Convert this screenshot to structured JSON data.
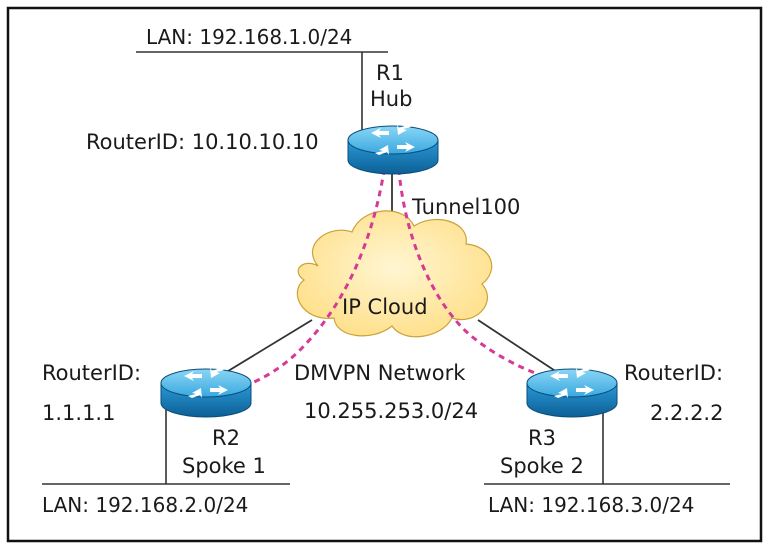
{
  "hub": {
    "name": "R1",
    "role": "Hub",
    "router_id": "RouterID: 10.10.10.10",
    "lan": "LAN: 192.168.1.0/24",
    "tunnel": "Tunnel100"
  },
  "cloud": {
    "label": "IP Cloud",
    "network_name": "DMVPN Network",
    "network_subnet": "10.255.253.0/24"
  },
  "spoke1": {
    "name": "R2",
    "role": "Spoke 1",
    "router_id_label": "RouterID:",
    "router_id_value": "1.1.1.1",
    "lan": "LAN: 192.168.2.0/24"
  },
  "spoke2": {
    "name": "R3",
    "role": "Spoke 2",
    "router_id_label": "RouterID:",
    "router_id_value": "2.2.2.2",
    "lan": "LAN: 192.168.3.0/24"
  },
  "colors": {
    "router_body": "#1f8fd0",
    "router_top": "#63c3ef",
    "cloud_fill": "#ffe7a6",
    "tunnel_dashed": "#d63a96"
  }
}
